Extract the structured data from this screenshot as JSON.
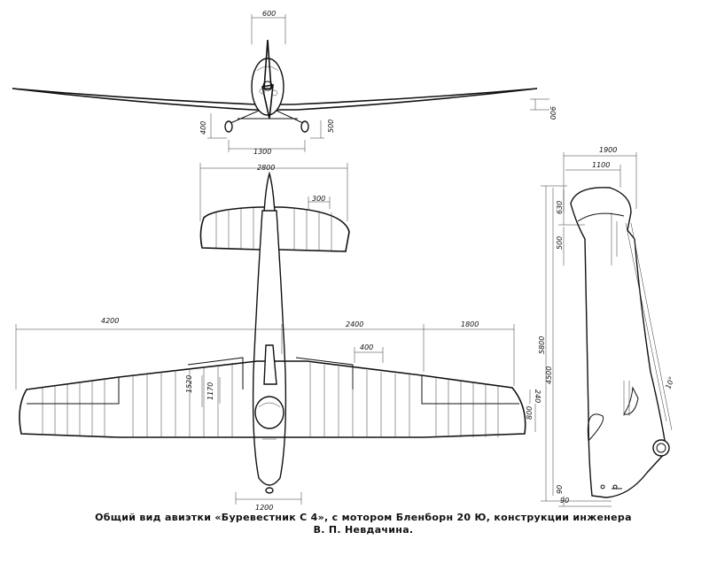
{
  "caption": {
    "line1": "Общий вид авиэтки «Буревестник С 4», с мотором Бленборн 20 Ю, конструкции инженера",
    "line2": "В. П. Невдачина."
  },
  "dimensions": {
    "front_width": "600",
    "front_height": "900",
    "front_gear_left": "400",
    "front_gear_right": "500",
    "track": "1300",
    "stab_span": "2800",
    "stab_chord": "300",
    "half_span": "4200",
    "center_span": "2400",
    "outer_span": "1800",
    "aileron": "400",
    "root_chord": "1520",
    "aileron_chord": "1170",
    "tip_outer": "240",
    "tip_chord": "800",
    "tail_width": "1200",
    "side_width": "1900",
    "side_fin": "1100",
    "side_top": "630",
    "side_seg": "500",
    "total_length": "5800",
    "inner_length": "4500",
    "side_angle": "10°",
    "side_bottom": "90",
    "side_base": "90"
  }
}
